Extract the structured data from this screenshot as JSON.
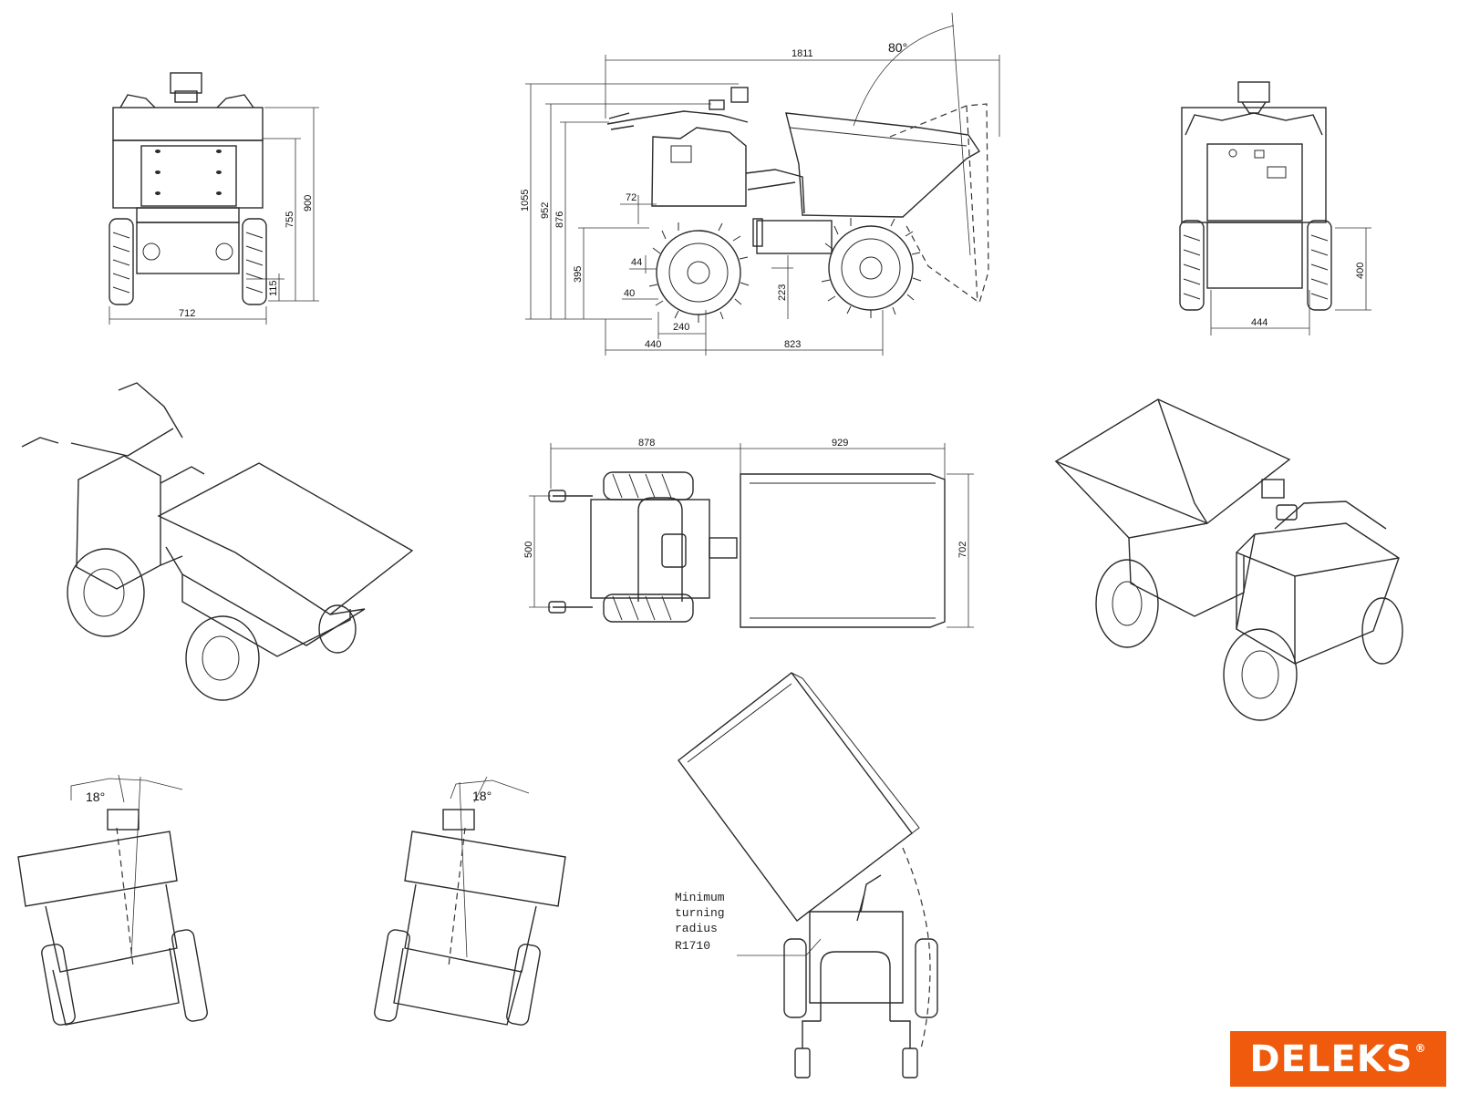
{
  "brand": {
    "logo_text": "DELEKS",
    "logo_mark": "®",
    "color": "#ef5a0c"
  },
  "front_view": {
    "width": "712",
    "height_900": "900",
    "height_755": "755",
    "clearance": "115"
  },
  "side_view": {
    "length": "1811",
    "tilt_angle": "80°",
    "height_1055": "1055",
    "height_952": "952",
    "height_876": "876",
    "height_395": "395",
    "d72": "72",
    "d44": "44",
    "d40": "40",
    "d223": "223",
    "d240": "240",
    "d440": "440",
    "d823": "823"
  },
  "rear_view": {
    "width": "444",
    "height": "400"
  },
  "top_view": {
    "len_878": "878",
    "len_929": "929",
    "width_500": "500",
    "width_702": "702"
  },
  "tilt_views": {
    "left_angle": "18°",
    "right_angle": "18°"
  },
  "turning": {
    "line1": "Minimum",
    "line2": "turning",
    "line3": "radius",
    "line4": "R1710"
  }
}
